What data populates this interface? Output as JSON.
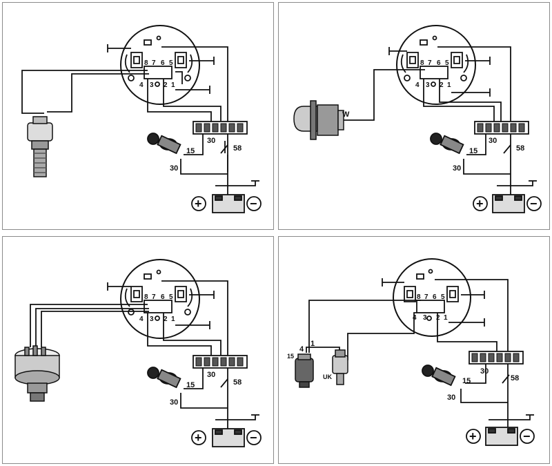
{
  "colors": {
    "line": "#111111",
    "panel_border": "#8a8a8a",
    "background": "#ffffff"
  },
  "gauge": {
    "pins_top": [
      "8",
      "7",
      "6",
      "5"
    ],
    "pins_bottom": [
      "4",
      "3",
      "2",
      "1"
    ]
  },
  "labels": {
    "terminal_30": "30",
    "terminal_15": "15",
    "terminal_58": "58",
    "battery_plus": "+",
    "battery_minus": "−"
  },
  "panels": [
    {
      "sender": "pressure-sender-small"
    },
    {
      "sender": "tacho-generator",
      "wire_label": "W"
    },
    {
      "sender": "pressure-sender-large"
    },
    {
      "sender": "ignition-coil-and-sensor",
      "coil_4": "4",
      "coil_1": "1",
      "coil_15": "15",
      "uk": "UK"
    }
  ]
}
